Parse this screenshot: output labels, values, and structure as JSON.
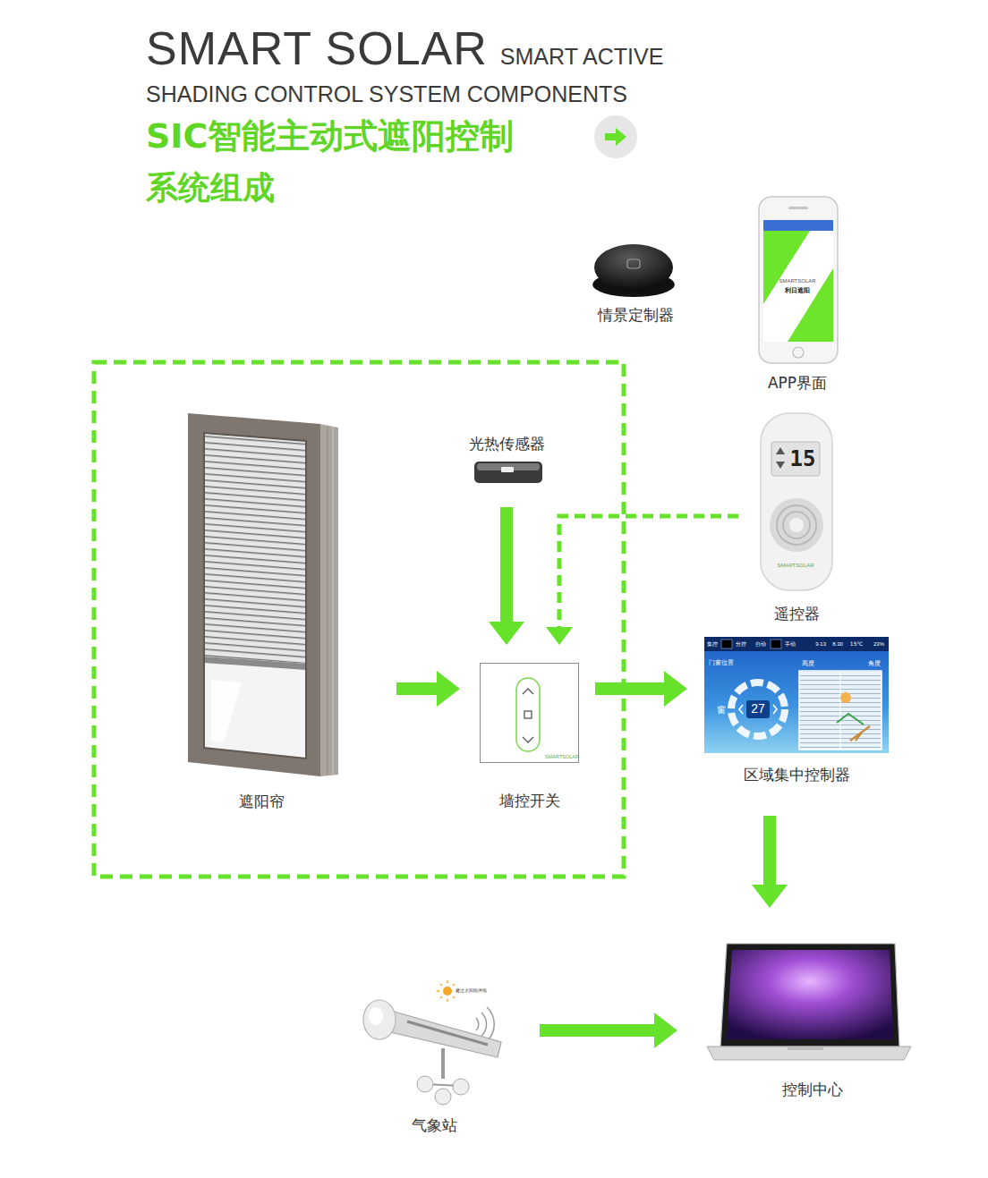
{
  "diagram": {
    "title": "SMART SOLAR",
    "nodes": [
      {
        "text": [
          "情景定制器"
        ]
      },
      {
        "text": [
          "APP界面"
        ]
      },
      {
        "text": [
          "光热传感器"
        ]
      },
      {
        "text": [
          "遥控器"
        ]
      },
      {
        "text": [
          "遮阳帘"
        ]
      },
      {
        "text": [
          "墙控开关"
        ]
      },
      {
        "text": [
          "区域集中控制器"
        ]
      },
      {
        "text": [
          "气象站"
        ]
      },
      {
        "text": [
          "控制中心"
        ]
      }
    ],
    "edges": [
      {
        "from": 2,
        "to": 5,
        "arrow": "to"
      },
      {
        "from": 3,
        "to": 5,
        "arrow": "to"
      },
      {
        "from": 4,
        "to": 5,
        "arrow": "to"
      },
      {
        "from": 5,
        "to": 6,
        "arrow": "to"
      },
      {
        "from": 6,
        "to": 8,
        "arrow": "to"
      },
      {
        "from": 7,
        "to": 8,
        "arrow": "to"
      }
    ],
    "labels": [
      "SMART ACTIVE",
      "SHADING CONTROL SYSTEM COMPONENTS",
      "SIC智能主动式遮阳控制",
      "系统组成",
      "SMARTSOLAR",
      "利日遮阳",
      "15",
      "SMARTSOLAR",
      "SMARTSOLAR",
      "集控",
      "分控",
      "自动",
      "手动",
      "3-13",
      "8.30",
      "15℃",
      "23%",
      "门窗位置",
      "高度",
      "角度",
      "窗",
      "27",
      "通过太阳能供电"
    ]
  }
}
